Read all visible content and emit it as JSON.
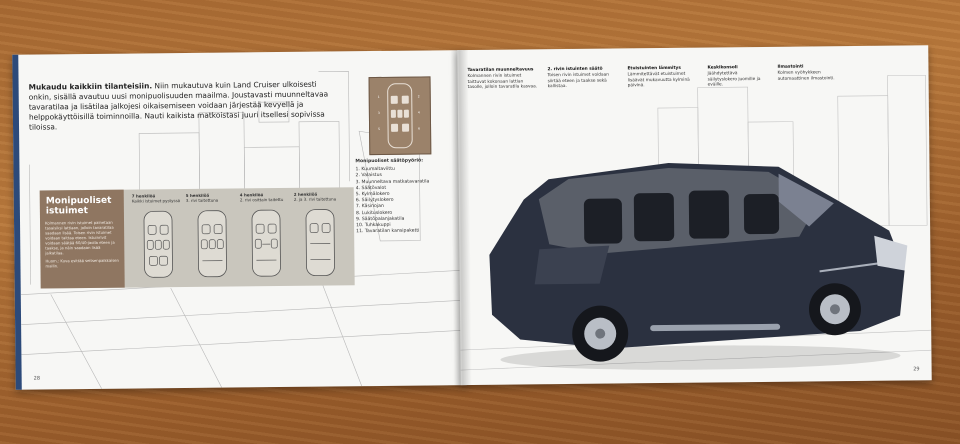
{
  "left_page": {
    "intro_heading": "Mukaudu kaikkiin tilanteisiin.",
    "intro_text": "Niin mukautuva kuin Land Cruiser ulkoisesti onkin, sisällä avautuu uusi monipuolisuuden maailma. Joustavasti muunneltavaa tavaratilaa ja lisätilaa jalkojesi oikaisemiseen voidaan järjestää kevyellä ja helppokäyttöisillä toiminnoilla. Nauti kaikista matkoistasi juuri itsellesi sopivissa tiloissa.",
    "features_title": "Monipuoliset säätöpyöriö:",
    "features": [
      "1. Kuumaltaviittu",
      "2. Valaistus",
      "3. Muunneltava matkatavaratila",
      "4. Säätövalot",
      "5. Kylmälokero",
      "6. Säilytyslokero",
      "7. Käsinojan",
      "8. Lukituslokero",
      "9. Säätöpalanjakatila",
      "10. Tuhkakuppi",
      "11. Tavaratilan kansipaketti"
    ],
    "seat_title": "Monipuoliset istuimet",
    "seat_body": "Kolmannen rivin istuimet painetaan tasaisiksi lattiaan, jolloin tavaratilaa saadaan lisää. Toisen rivin istuimet voidaan taittaa eteen. Istuinrivit voidaan säätää 60/40-jaolla eteen ja taakse, ja näin saadaan lisää jalkatilaa.",
    "seat_note": "Huom.: Kuva esittää seitsenpaikkaisen mallin.",
    "seat_configs": [
      {
        "title": "7 henkilöä",
        "desc": "Kaikki istuimet pystyssä"
      },
      {
        "title": "5 henkilöä",
        "desc": "3. rivi taitettuna"
      },
      {
        "title": "4 henkilöä",
        "desc": "2. rivi osittain taitettu"
      },
      {
        "title": "2 henkilöä",
        "desc": "2. ja 3. rivi taitettuna"
      }
    ],
    "page_number": "28"
  },
  "right_page": {
    "columns": [
      {
        "heading": "Tavaratilan muunneltavuus",
        "text": "Kolmannen rivin istuimet taittuvat kokonaan lattian tasolle, jolloin tavaratila kasvaa."
      },
      {
        "heading": "2. rivin istuinten säätö",
        "text": "Toisen rivin istuimet voidaan siirtää eteen ja taakse sekä kallistaa."
      },
      {
        "heading": "Etuistuinten lämmitys",
        "text": "Lämmitettävät etuistuimet lisäävät mukavuutta kylminä päivinä."
      },
      {
        "heading": "Keskikonsoli",
        "text": "Jäähdytettävä säilytyslokero juomille ja eväille."
      },
      {
        "heading": "Ilmastointi",
        "text": "Kolmen vyöhykkeen automaattinen ilmastointi."
      }
    ],
    "page_number": "29"
  },
  "colors": {
    "seat_side": "#8f7661",
    "seat_panel": "#c9c6bd",
    "diagram_box": "#9b826a",
    "car_body": "#2b3140",
    "spine_blue": "#2c4a7a"
  }
}
